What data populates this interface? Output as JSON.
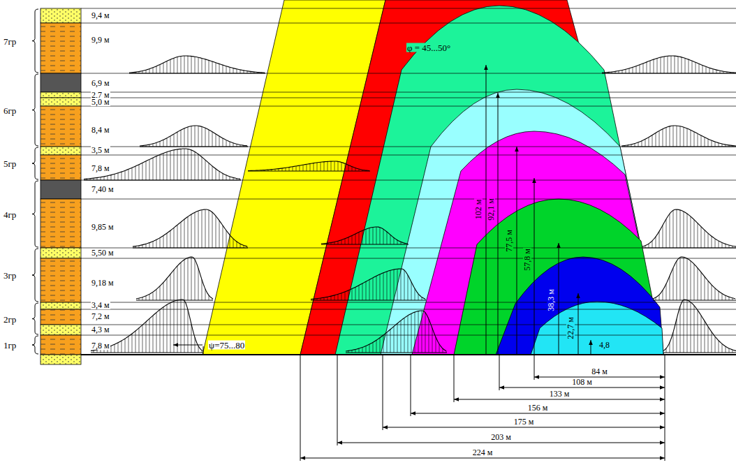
{
  "diagram": {
    "labels": [
      "9,4 м",
      "9,9 м",
      "6,9 м",
      "2,7 м",
      "5,0 м",
      "8,4 м",
      "3,5 м",
      "7,8 м",
      "7,40 м",
      "9,85 м",
      "5,50 м",
      "9,18 м",
      "3,4 м",
      "7,2 м",
      "4,3 м",
      "7,8 м",
      "7гр",
      "6гр",
      "5гр",
      "4гр",
      "3гр",
      "2гр",
      "1гр",
      "φ = 45...50°",
      "ψ=75...80",
      "102 м",
      "92,1 м",
      "77,5 м",
      "57,8 м",
      "38,3 м",
      "22,7 м",
      "4,8",
      "84 м",
      "108 м",
      "133 м",
      "156 м",
      "175 м",
      "203 м",
      "224 м"
    ]
  }
}
